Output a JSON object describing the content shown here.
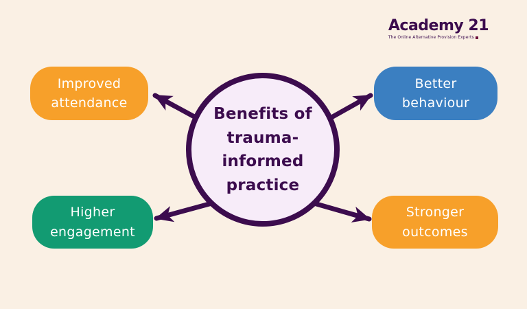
{
  "page": {
    "background_color": "#FAF0E4"
  },
  "logo": {
    "name": "Academy 21",
    "tagline": "The Online Alternative Provision Experts",
    "color": "#3C0C4E"
  },
  "center": {
    "label": "Benefits of\ntrauma-\ninformed\npractice",
    "fill_color": "#F7ECF9",
    "border_color": "#3C0C4E",
    "text_color": "#3C0C4E"
  },
  "nodes": [
    {
      "id": "improved-attendance",
      "label": "Improved\nattendance",
      "color": "#F7A02A",
      "position": "top-left"
    },
    {
      "id": "better-behaviour",
      "label": "Better\nbehaviour",
      "color": "#3B7FC1",
      "position": "top-right"
    },
    {
      "id": "higher-engagement",
      "label": "Higher\nengagement",
      "color": "#129B72",
      "position": "bottom-left"
    },
    {
      "id": "stronger-outcomes",
      "label": "Stronger\noutcomes",
      "color": "#F7A02A",
      "position": "bottom-right"
    }
  ],
  "arrows": {
    "color": "#3C0C4E",
    "connections": [
      {
        "from": "center",
        "to": "improved-attendance"
      },
      {
        "from": "center",
        "to": "better-behaviour"
      },
      {
        "from": "center",
        "to": "higher-engagement"
      },
      {
        "from": "center",
        "to": "stronger-outcomes"
      }
    ]
  }
}
